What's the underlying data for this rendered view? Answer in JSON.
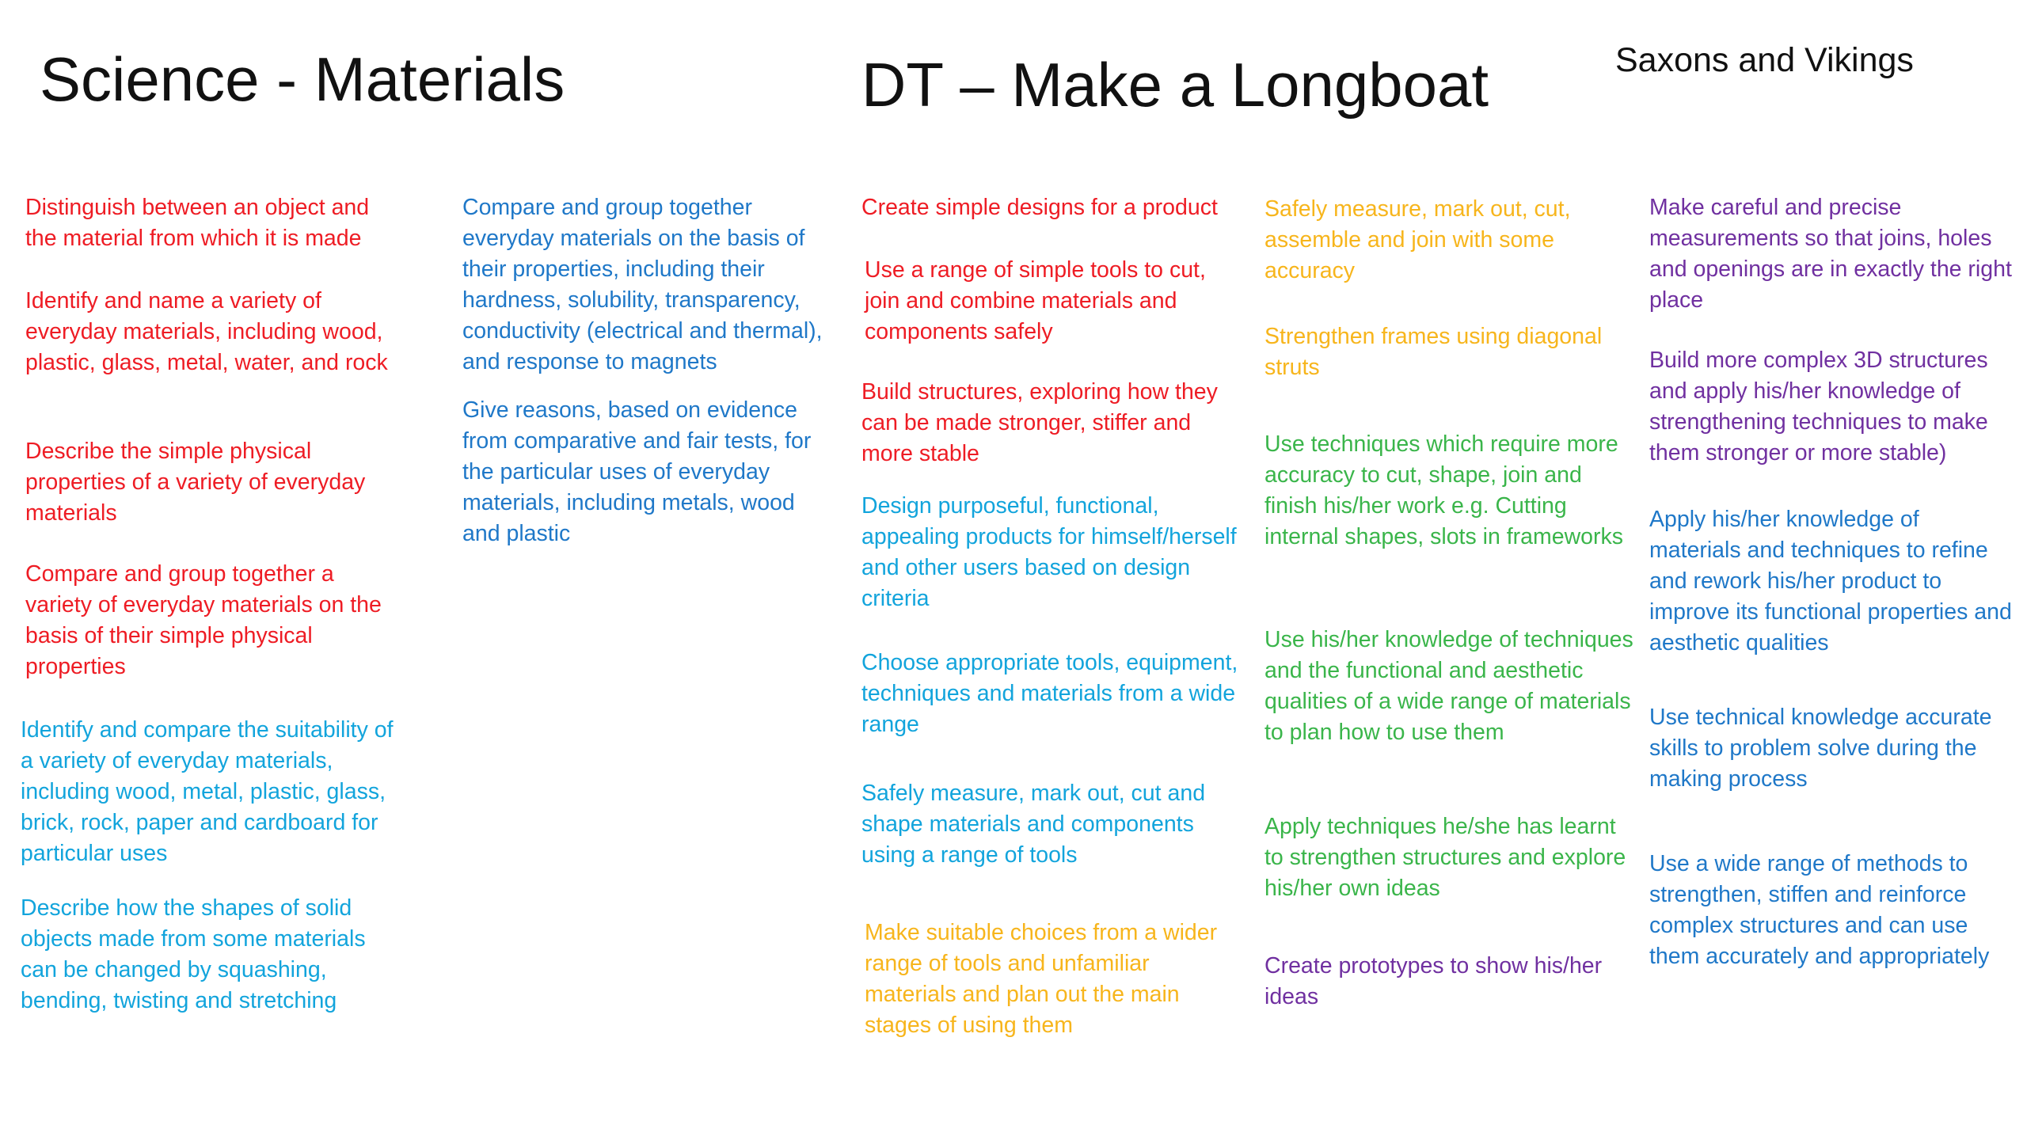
{
  "titles": {
    "science": "Science - Materials",
    "dt": "DT – Make a Longboat",
    "topic": "Saxons and Vikings"
  },
  "science": {
    "col1": [
      "Distinguish between an object and the material from which it is made",
      "Identify and name a variety of everyday materials, including wood, plastic, glass, metal, water, and rock",
      "Describe the simple physical properties of a variety of everyday materials",
      "Compare and group together a variety of everyday materials on the basis of their simple physical properties",
      "Identify and compare the suitability of a variety of everyday materials, including wood, metal, plastic, glass, brick, rock, paper and cardboard for particular uses",
      "Describe how the shapes of solid objects made from some materials can be changed by squashing, bending, twisting and stretching"
    ],
    "col2": [
      "Compare and group together everyday materials on the basis of their properties, including their hardness, solubility, transparency, conductivity (electrical and thermal), and response to magnets",
      "Give reasons, based on evidence from comparative and fair tests, for the particular uses of everyday materials, including metals, wood and plastic"
    ]
  },
  "dt": {
    "col3": [
      "Create simple designs for a product",
      "Use a range of simple tools to cut, join and combine materials and components safely",
      "Build structures, exploring how they can be made stronger, stiffer and more stable",
      "Design purposeful, functional, appealing products for himself/herself and other users based on design criteria",
      "Choose appropriate tools, equipment, techniques and materials from a wide range",
      "Safely measure, mark out, cut and shape materials and components using a range of tools",
      "Make suitable choices from a wider range of tools and unfamiliar materials and plan out the main stages of using them"
    ],
    "col4": [
      "Safely measure, mark out, cut, assemble and join with some accuracy",
      "Strengthen frames using diagonal struts",
      "Use techniques which require more accuracy to cut, shape, join and finish his/her work e.g. Cutting internal shapes, slots in frameworks",
      "Use his/her knowledge of techniques and the functional and aesthetic qualities of a wide range of materials to plan how to use them",
      "Apply techniques he/she has learnt to strengthen structures and explore his/her own ideas",
      "Create prototypes to show his/her ideas"
    ],
    "col5": [
      "Make careful and precise measurements so that joins, holes and openings are in exactly the right place",
      "Build more complex 3D structures and apply his/her knowledge of strengthening techniques to make them stronger or more stable)",
      "Apply his/her knowledge of materials and techniques to refine and rework his/her product to improve its functional properties and aesthetic qualities",
      "Use technical knowledge accurate skills to problem solve during the making process",
      "Use a wide range of methods to strengthen, stiffen and reinforce complex structures and can use them accurately and appropriately"
    ]
  },
  "colors": {
    "red": "#ee1c24",
    "blue": "#1f78c8",
    "cyan": "#12a4dc",
    "orange": "#f7b51c",
    "green": "#3ab54a",
    "purple": "#7030a0"
  }
}
